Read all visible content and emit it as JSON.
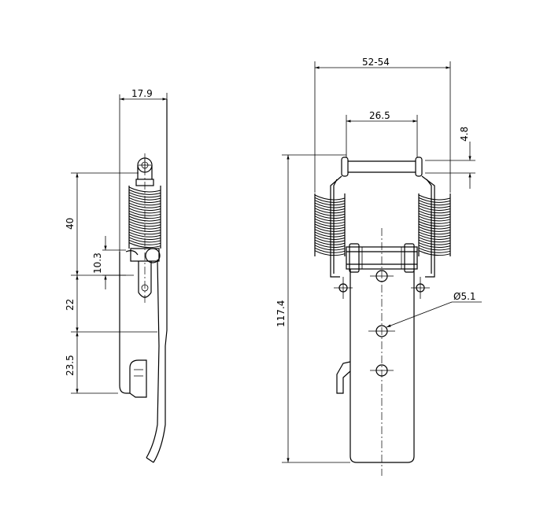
{
  "drawing": {
    "type": "technical drawing of a spring-loaded toggle latch",
    "line_color": "#000000",
    "background": "#ffffff"
  },
  "side_view": {
    "dims": {
      "width": "17.9",
      "spring_span": "40",
      "hook_offset": "10.3",
      "lower_span": "22",
      "hook_length": "23.5"
    }
  },
  "front_view": {
    "dims": {
      "overall_width": "52-54",
      "inner_width": "26.5",
      "wire_dia": "4.8",
      "overall_height": "117.4",
      "hole_dia": "Ø5.1"
    }
  }
}
